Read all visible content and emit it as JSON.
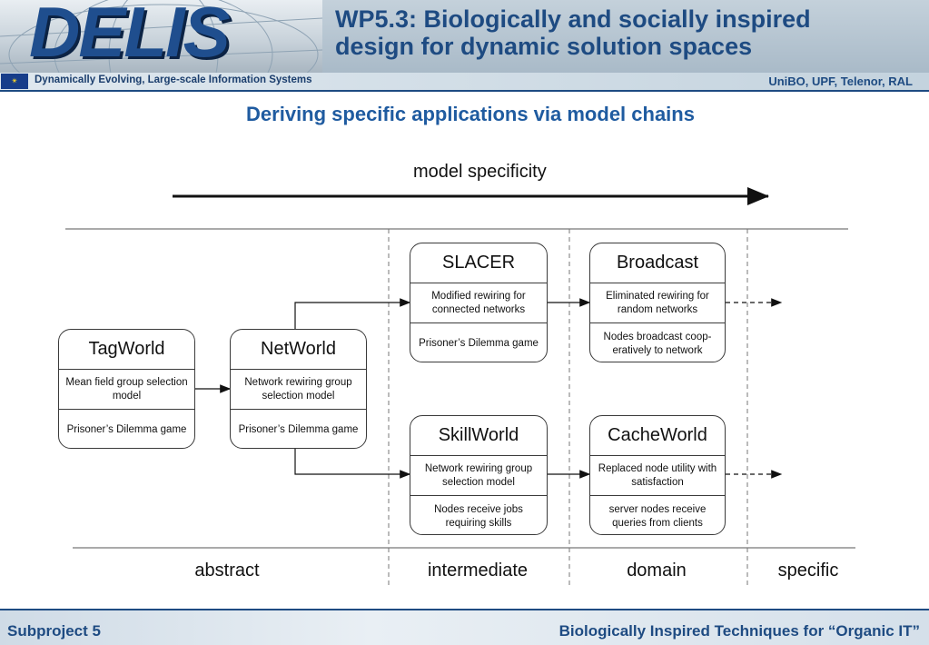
{
  "header": {
    "logo_text": "DELIS",
    "title_line1": "WP5.3: Biologically and socially inspired",
    "title_line2": "design for dynamic solution spaces",
    "subtitle": "Dynamically Evolving, Large-scale Information Systems",
    "partners": "UniBO, UPF, Telenor, RAL"
  },
  "slide_heading": "Deriving specific applications via model chains",
  "diagram": {
    "axis_label": "model specificity",
    "columns": [
      "abstract",
      "intermediate",
      "domain",
      "specific"
    ],
    "boxes": {
      "tagworld": {
        "title": "TagWorld",
        "model": "Mean field group selection model",
        "game": "Prisoner’s Dilemma game"
      },
      "networld": {
        "title": "NetWorld",
        "model": "Network rewiring group selection model",
        "game": "Prisoner’s Dilemma game"
      },
      "slacer": {
        "title": "SLACER",
        "model": "Modified rewiring for connected networks",
        "game": "Prisoner’s Dilemma game"
      },
      "broadcast": {
        "title": "Broadcast",
        "model": "Eliminated rewiring for random networks",
        "game": "Nodes broadcast coop-eratively to network"
      },
      "skillworld": {
        "title": "SkillWorld",
        "model": "Network rewiring group selection model",
        "game": "Nodes receive jobs requiring skills"
      },
      "cacheworld": {
        "title": "CacheWorld",
        "model": "Replaced node utility with satisfaction",
        "game": "server nodes receive queries from clients"
      }
    }
  },
  "footer": {
    "left": "Subproject 5",
    "right": "Biologically Inspired Techniques for “Organic IT”"
  }
}
